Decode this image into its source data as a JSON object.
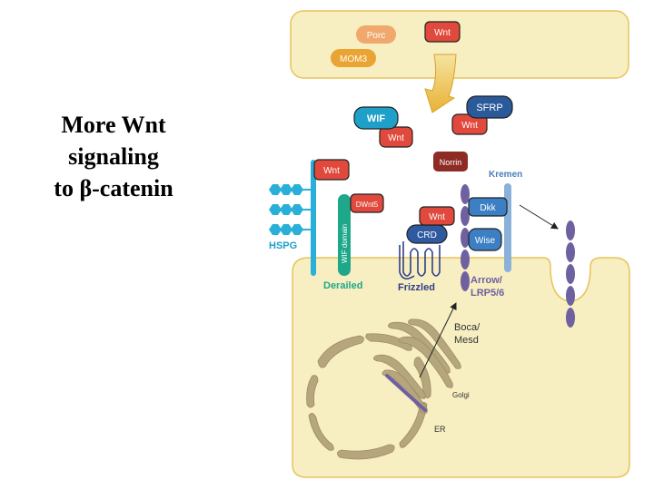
{
  "slide": {
    "title_lines": [
      "More Wnt",
      "signaling",
      "to β-catenin"
    ]
  },
  "figure": {
    "secreting_cell": {
      "porc": "Porc",
      "mom3": "MOM3",
      "wnt": "Wnt"
    },
    "extracellular": {
      "wif": "WIF",
      "wif_wnt": "Wnt",
      "sfrp": "SFRP",
      "sfrp_wnt": "Wnt",
      "norrin": "Norrin",
      "kremen": "Kremen",
      "hspg_wnt": "Wnt",
      "hspg": "HSPG",
      "dwnt5": "DWnt5",
      "wif_domain": "WIF domain",
      "derailed": "Derailed",
      "crd_wnt": "Wnt",
      "crd": "CRD",
      "frizzled": "Frizzled",
      "dkk": "Dkk",
      "wise": "Wise",
      "arrow_line1": "Arrow/",
      "arrow_line2": "LRP5/6"
    },
    "receiving_cell": {
      "boca_line1": "Boca/",
      "boca_line2": "Mesd",
      "golgi": "Golgi",
      "er": "ER"
    }
  },
  "colors": {
    "cell": "#f7eec1",
    "cell_border": "#e8c35a",
    "wnt": "#e0493c",
    "wif": "#1ea0c8",
    "sfrp": "#2a5a9a",
    "norrin": "#8e2b25",
    "dkk_wise": "#3c7fc4",
    "kremen": "#8ab2d8",
    "hspg": "#2ab0d8",
    "derailed": "#1ea88a",
    "frizzled": "#2f3f8a",
    "lrp": "#6f61a0",
    "golgi": "#b5a67e",
    "porc": "#f0a86c",
    "mom3": "#eaa433"
  }
}
